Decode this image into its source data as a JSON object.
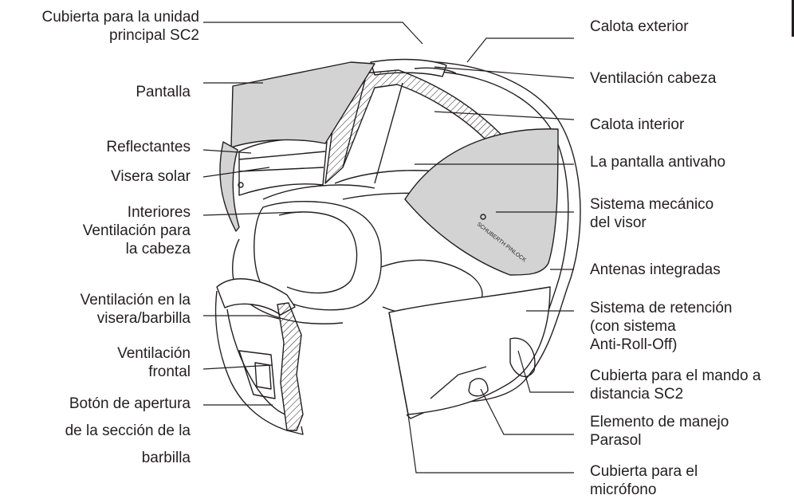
{
  "labels": {
    "cubierta_unidad_principal": [
      "Cubierta para la unidad",
      "principal SC2"
    ],
    "pantalla": [
      "Pantalla"
    ],
    "reflectantes": [
      "Reflectantes"
    ],
    "visera_solar": [
      "Visera solar"
    ],
    "interiores_ventilacion": [
      "Interiores",
      "Ventilación para",
      "la cabeza"
    ],
    "ventilacion_visera_barbilla": [
      "Ventilación en la",
      "visera/barbilla"
    ],
    "ventilacion_frontal": [
      "Ventilación",
      "frontal"
    ],
    "boton_apertura": [
      "Botón de apertura",
      "de la sección de la",
      "barbilla"
    ],
    "calota_exterior": [
      "Calota exterior"
    ],
    "ventilacion_cabeza": [
      "Ventilación cabeza"
    ],
    "calota_interior": [
      "Calota interior"
    ],
    "pantalla_antivaho": [
      "La pantalla antivaho"
    ],
    "sistema_mecanico_visor": [
      "Sistema mecánico",
      "del visor"
    ],
    "antenas_integradas": [
      "Antenas integradas"
    ],
    "sistema_retencion": [
      "Sistema de retención",
      "(con sistema",
      "Anti-Roll-Off)"
    ],
    "cubierta_mando": [
      "Cubierta para el mando a",
      "distancia SC2"
    ],
    "elemento_manejo": [
      "Elemento de manejo",
      "Parasol"
    ],
    "cubierta_microfono": [
      "Cubierta para el",
      "micrófono"
    ]
  },
  "visor_print": "SCHUBERTH PINLOCK",
  "colors": {
    "ink": "#231f20",
    "shade": "#d3d3d3",
    "paper": "#ffffff"
  },
  "icons": [
    "helmet-cutaway-illustration"
  ]
}
